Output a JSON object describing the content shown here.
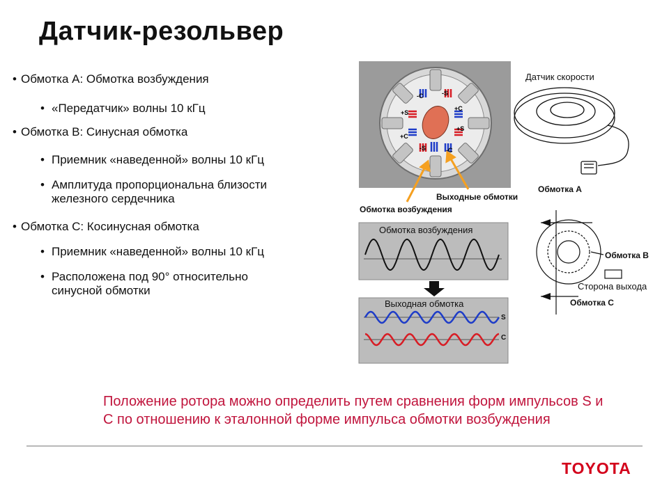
{
  "title": "Датчик-резольвер",
  "bullets": [
    {
      "level": 1,
      "text": "Обмотка  А: Обмотка возбуждения"
    },
    {
      "level": 2,
      "text": "«Передатчик» волны 10 кГц"
    },
    {
      "level": 1,
      "text": "Обмотка В: Синусная обмотка"
    },
    {
      "level": 2,
      "text": "Приемник  «наведенной» волны 10 кГц"
    },
    {
      "level": 2,
      "text": "Амплитуда пропорциональна близости\nжелезного сердечника"
    },
    {
      "level": 1,
      "text": "Обмотка С: Косинусная обмотка"
    },
    {
      "level": 2,
      "text": "Приемник «наведенной» волны 10 кГц"
    },
    {
      "level": 2,
      "text": "Расположена под 90° относительно\nсинусной обмотки"
    }
  ],
  "diagram": {
    "label_excitation_winding": "Обмотка возбуждения",
    "label_output_windings": "Выходные обмотки",
    "wave_top_label": "Обмотка возбуждения",
    "wave_bottom_label": "Выходная обмотка",
    "wave_s": "S",
    "wave_c": "C",
    "speed_sensor": "Датчик скорости",
    "winding_a": "Обмотка А",
    "winding_b": "Обмотка В",
    "winding_c": "Обмотка С",
    "output_side": "Сторона выхода",
    "coil_marks": [
      "-C",
      "-S",
      "+S",
      "+C",
      "+C",
      "+S",
      "-S",
      "-C"
    ]
  },
  "caption": "Положение ротора можно определить путем сравнения форм импульсов S и C по отношению к эталонной форме импульса обмотки возбуждения",
  "logo": "TOYOTA",
  "colors": {
    "caption": "#c0143c",
    "logo": "#d3011b",
    "sine_s": "#1e3cc8",
    "sine_c": "#d81c24",
    "arrow": "#f5a020"
  }
}
